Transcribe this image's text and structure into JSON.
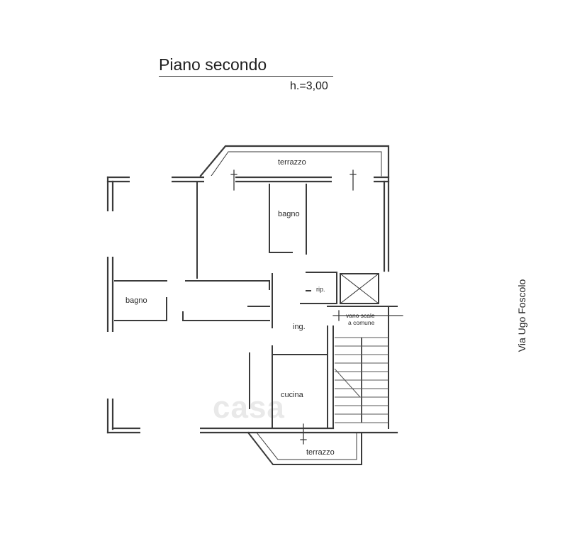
{
  "header": {
    "title": "Piano secondo",
    "height": "h.=3,00"
  },
  "street": "Via Ugo Foscolo",
  "rooms": {
    "terrazzo_top": "terrazzo",
    "bagno_top": "bagno",
    "bagno_left": "bagno",
    "rip": "rip.",
    "vano_scale_line1": "vano scale",
    "vano_scale_line2": "a comune",
    "ingresso": "ing.",
    "cucina": "cucina",
    "terrazzo_bottom": "terrazzo"
  },
  "watermark": "casa",
  "colors": {
    "wall": "#3a3a3a",
    "background": "#ffffff"
  }
}
